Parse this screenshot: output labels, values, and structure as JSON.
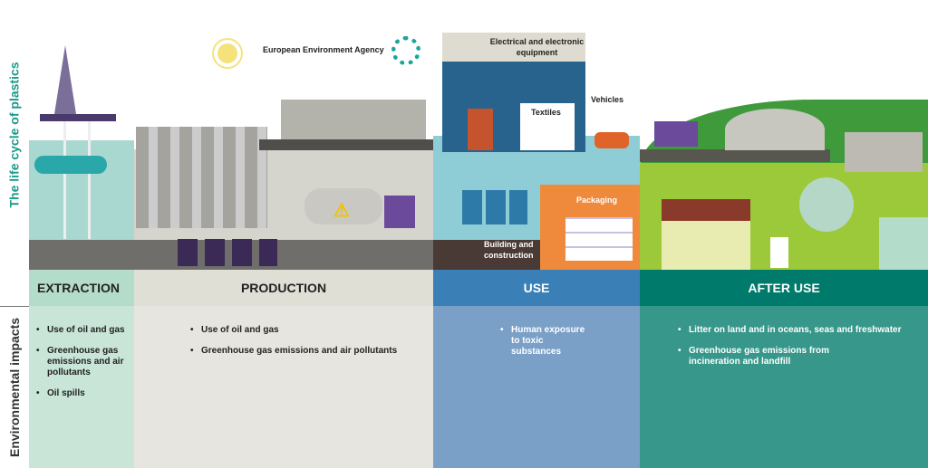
{
  "side_labels": {
    "top": "The life cycle of plastics",
    "bottom": "Environmental impacts"
  },
  "logo": {
    "text": "European Environment Agency"
  },
  "illustration_labels": {
    "electronics": "Electrical and electronic equipment",
    "textiles": "Textiles",
    "vehicles": "Vehicles",
    "packaging": "Packaging",
    "building": "Building and construction"
  },
  "stages": [
    {
      "title": "EXTRACTION",
      "impacts": [
        "Use of oil and gas",
        "Greenhouse gas emissions and air pollutants",
        "Oil spills"
      ]
    },
    {
      "title": "PRODUCTION",
      "impacts": [
        "Use of oil and gas",
        "Greenhouse gas emissions and air pollutants"
      ]
    },
    {
      "title": "USE",
      "impacts": [
        "Human exposure to toxic substances"
      ]
    },
    {
      "title": "AFTER USE",
      "impacts": [
        "Litter on land and in oceans, seas and freshwater",
        "Greenhouse gas emissions from incineration and landfill"
      ]
    }
  ],
  "colors": {
    "extraction": "#b4dccb",
    "production": "#e0dfd6",
    "use": "#3a80b6",
    "after_use": "#007a6a"
  }
}
